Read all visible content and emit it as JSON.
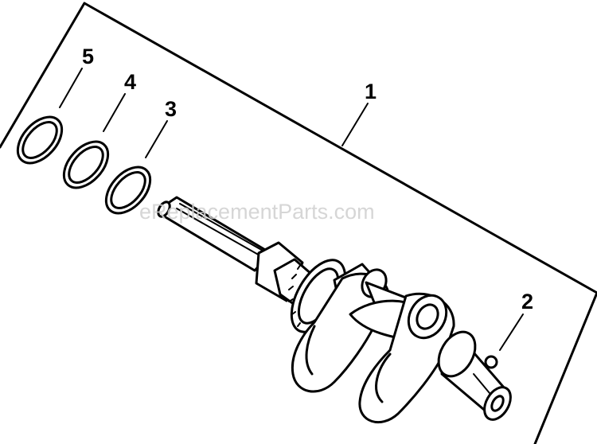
{
  "watermark": "eReplacementParts.com",
  "callouts": [
    {
      "id": "1",
      "label": "1"
    },
    {
      "id": "2",
      "label": "2"
    },
    {
      "id": "3",
      "label": "3"
    },
    {
      "id": "4",
      "label": "4"
    },
    {
      "id": "5",
      "label": "5"
    }
  ],
  "parts": {
    "crankshaft": "crankshaft-assembly",
    "key": "small-ball-key",
    "rings": [
      "thrust-washer-3",
      "thrust-washer-4",
      "thrust-washer-5"
    ]
  }
}
